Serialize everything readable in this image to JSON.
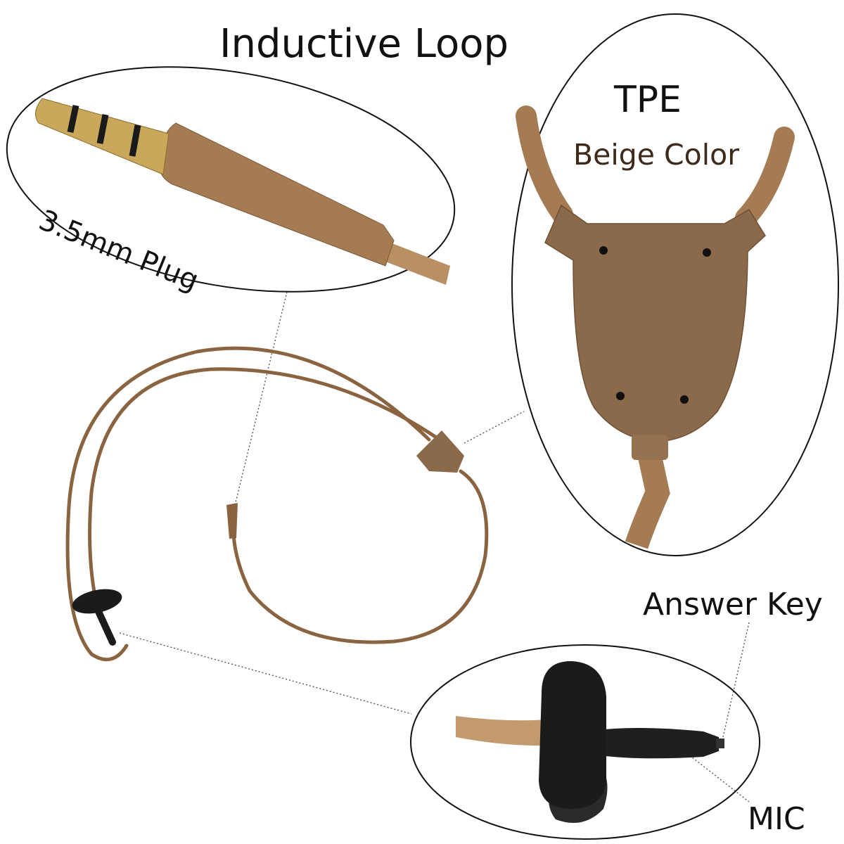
{
  "labels": {
    "title": "Inductive Loop",
    "material": "TPE",
    "color_note": "Beige Color",
    "plug": "3.5mm Plug",
    "answer_key": "Answer Key",
    "mic": "MIC"
  },
  "colors": {
    "cable": "#a47b53",
    "cable_dark": "#8a6440",
    "housing": "#8b6a4b",
    "plug_metal": "#c9a85b",
    "plug_ring": "#1a1a1a",
    "clip": "#1b1b1b",
    "outline": "#111111"
  }
}
